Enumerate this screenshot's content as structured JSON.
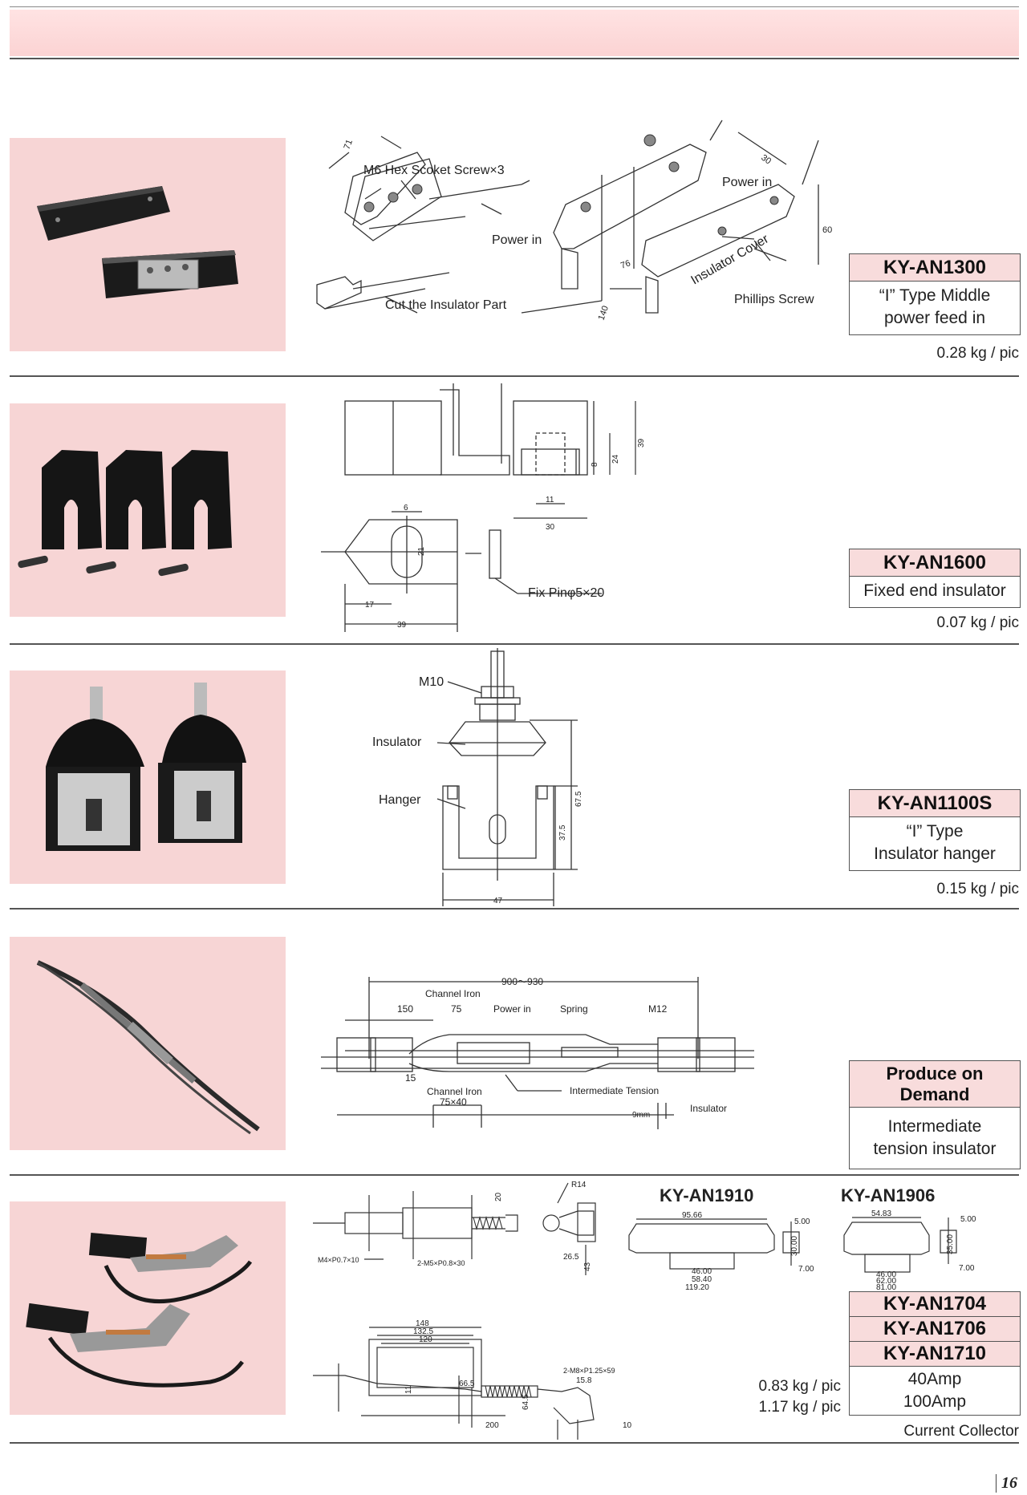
{
  "page_number": "16",
  "products": [
    {
      "code": "KY-AN1300",
      "desc1": "“I” Type Middle",
      "desc2": "power feed in",
      "weight": "0.28 kg / pic",
      "labels": {
        "screw": "M6 Hex Scoket Screw×3",
        "power_in_a": "Power in",
        "power_in_b": "Power in",
        "cut": "Cut the Insulator Part",
        "cover": "Insulator Cover",
        "phillips": "Phillips Screw",
        "d71": "71",
        "d30": "30",
        "d60": "60",
        "d76": "76",
        "d140": "140"
      }
    },
    {
      "code": "KY-AN1600",
      "desc1": "Fixed end insulator",
      "weight": "0.07 kg / pic",
      "labels": {
        "fix_pin": "Fix Pinφ5×20",
        "d6": "6",
        "d21": "21",
        "d17": "17",
        "d39w": "39",
        "d11": "11",
        "d30": "30",
        "d8": "8",
        "d24": "24",
        "d39h": "39"
      }
    },
    {
      "code": "KY-AN1100S",
      "desc1": "“I” Type",
      "desc2": "Insulator hanger",
      "weight": "0.15 kg / pic",
      "labels": {
        "m10": "M10",
        "insulator": "Insulator",
        "hanger": "Hanger",
        "d67": "67.5",
        "d37": "37.5",
        "d47": "47"
      }
    },
    {
      "code": "Produce on Demand",
      "desc1": "Intermediate",
      "desc2": "tension insulator",
      "labels": {
        "span": "900～930",
        "channel_iron": "Channel Iron",
        "d150": "150",
        "d75": "75",
        "power_in": "Power in",
        "spring": "Spring",
        "m12": "M12",
        "d15": "15",
        "channel_iron2": "Channel Iron",
        "d75x40": "75×40",
        "inter_tension": "Intermediate Tension",
        "nine_mm": "9mm",
        "insulator": "Insulator"
      }
    },
    {
      "codes": [
        "KY-AN1704",
        "KY-AN1706",
        "KY-AN1710"
      ],
      "amp1": "40Amp",
      "amp2": "100Amp",
      "caption": "Current Collector",
      "weight1": "0.83 kg / pic",
      "weight2": "1.17 kg / pic",
      "sub_a": {
        "code": "KY-AN1910",
        "d_top": "95.66",
        "d1": "46.00",
        "d2": "58.40",
        "d3": "119.20",
        "r1": "5.00",
        "r2": "30.00",
        "r3": "7.00"
      },
      "sub_b": {
        "code": "KY-AN1906",
        "d_top": "54.83",
        "d1": "46.00",
        "d2": "62.00",
        "d3": "81.00",
        "r1": "5.00",
        "r2": "35.00",
        "r3": "7.00"
      },
      "labels": {
        "r14": "R14",
        "d20": "20",
        "m4": "M4×P0.7×10",
        "m5": "2-M5×P0.8×30",
        "d26": "26.5",
        "d43": "43",
        "d148": "148",
        "d132": "132.5",
        "d120": "120",
        "m8": "2-M8×P1.25×59",
        "d66": "66.5",
        "d64": "64.5",
        "d15": "15.8",
        "d200": "200",
        "d10": "10",
        "d11": "11"
      }
    }
  ]
}
